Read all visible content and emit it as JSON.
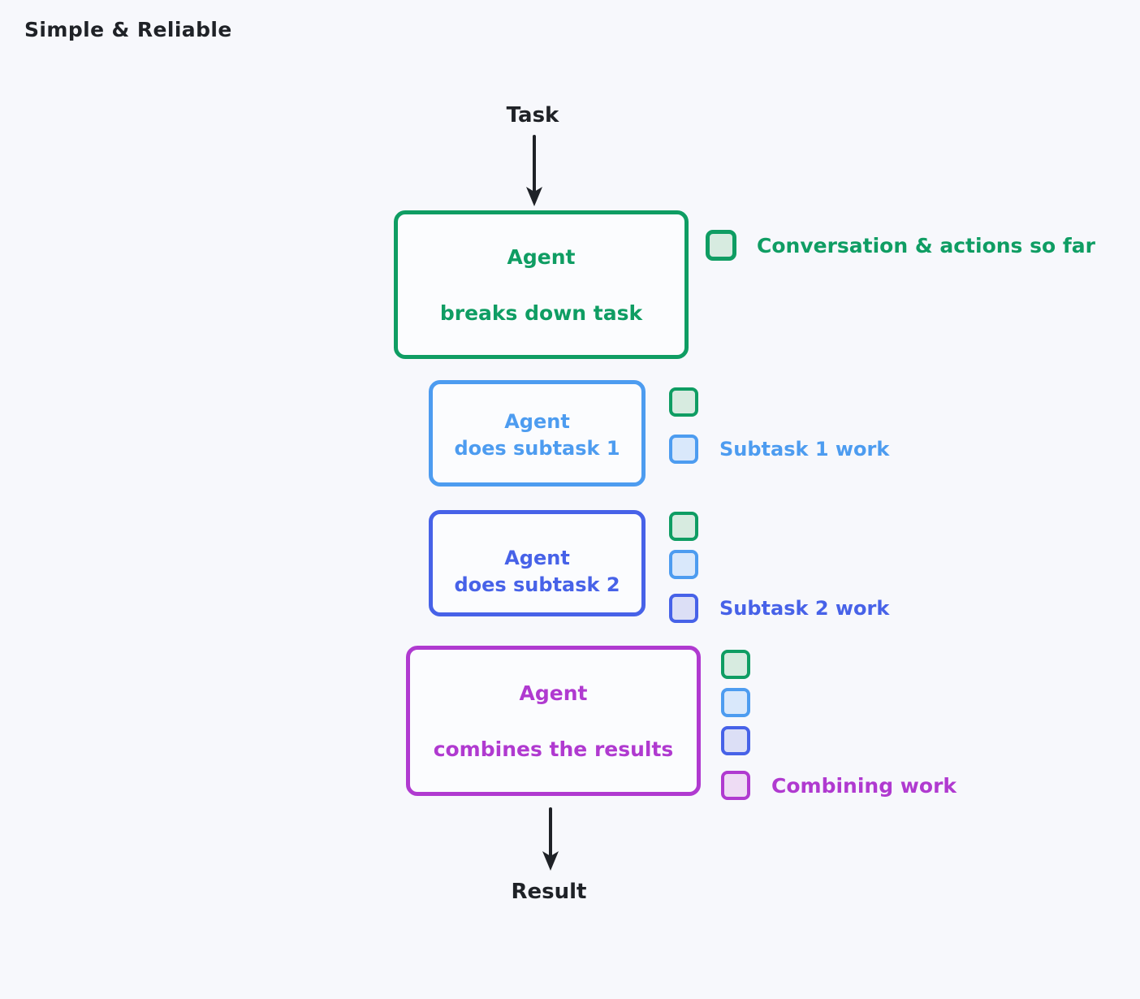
{
  "page": {
    "title": "Simple & Reliable",
    "background_color": "#f7f8fc"
  },
  "flow": {
    "start_label": "Task",
    "end_label": "Result",
    "arrow_color": "#1f2227"
  },
  "palette": {
    "green_stroke": "#0f9d63",
    "green_fill": "#d7ebe0",
    "light_blue_stroke": "#4d9cf0",
    "light_blue_fill": "#d9e8fb",
    "royal_blue_stroke": "#4762e8",
    "royal_blue_fill": "#dcdff6",
    "purple_stroke": "#b03ad0",
    "purple_fill": "#eedcf4",
    "text_dark": "#1f2227"
  },
  "nodes": [
    {
      "id": "breakdown",
      "line1": "Agent",
      "line2": "breaks down task",
      "color": "#0f9d63"
    },
    {
      "id": "subtask1",
      "line1": "Agent",
      "line2": "does subtask 1",
      "color": "#4d9cf0"
    },
    {
      "id": "subtask2",
      "line1": "Agent",
      "line2": "does subtask 2",
      "color": "#4762e8"
    },
    {
      "id": "combine",
      "line1": "Agent",
      "line2": "combines the results",
      "color": "#b03ad0"
    }
  ],
  "legend_groups": [
    {
      "id": "group-breakdown",
      "rows": [
        {
          "swatch": "green",
          "label": "Conversation & actions so far",
          "color": "#0f9d63"
        }
      ]
    },
    {
      "id": "group-subtask1",
      "rows": [
        {
          "swatch": "green",
          "label": "",
          "color": "#0f9d63"
        },
        {
          "swatch": "light-blue",
          "label": "Subtask 1 work",
          "color": "#4d9cf0"
        }
      ]
    },
    {
      "id": "group-subtask2",
      "rows": [
        {
          "swatch": "green",
          "label": "",
          "color": "#0f9d63"
        },
        {
          "swatch": "light-blue",
          "label": "",
          "color": "#4d9cf0"
        },
        {
          "swatch": "royal-blue",
          "label": "Subtask 2 work",
          "color": "#4762e8"
        }
      ]
    },
    {
      "id": "group-combine",
      "rows": [
        {
          "swatch": "green",
          "label": "",
          "color": "#0f9d63"
        },
        {
          "swatch": "light-blue",
          "label": "",
          "color": "#4d9cf0"
        },
        {
          "swatch": "royal-blue",
          "label": "",
          "color": "#4762e8"
        },
        {
          "swatch": "purple",
          "label": "Combining work",
          "color": "#b03ad0"
        }
      ]
    }
  ]
}
